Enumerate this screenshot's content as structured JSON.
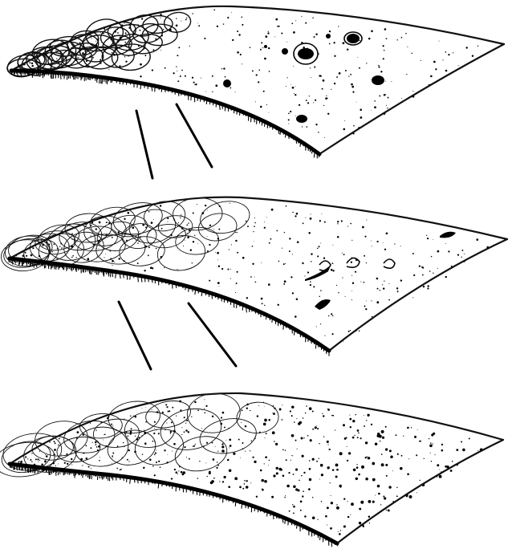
{
  "stage": {
    "sheet_count": 3,
    "colors": {
      "ink": "#000000",
      "paper": "#ffffff"
    },
    "sheets": [
      {
        "id": "sheet-1",
        "loop_density": "dense",
        "lesion_count": 8,
        "speckle_density": "medium"
      },
      {
        "id": "sheet-2",
        "loop_density": "medium",
        "lesion_count": 6,
        "speckle_density": "medium"
      },
      {
        "id": "sheet-3",
        "loop_density": "sparse",
        "lesion_count": 0,
        "speckle_density": "high"
      }
    ]
  }
}
